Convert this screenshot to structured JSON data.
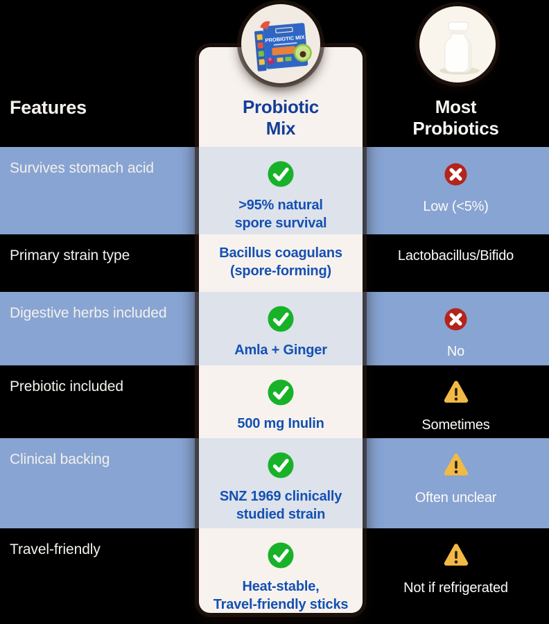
{
  "header": {
    "features_label": "Features",
    "product_title": "Probiotic\nMix",
    "competitor_title": "Most\nProbiotics",
    "product_image_text": "PROBIOTIC MIX"
  },
  "rows": [
    {
      "feature": "Survives stomach acid",
      "product": {
        "icon": "check",
        "text": ">95% natural\nspore survival"
      },
      "competitor": {
        "icon": "cross",
        "text": "Low (<5%)"
      }
    },
    {
      "feature": "Primary strain type",
      "product": {
        "text": "Bacillus coagulans\n(spore-forming)"
      },
      "competitor": {
        "text": "Lactobacillus/Bifido"
      }
    },
    {
      "feature": "Digestive herbs included",
      "product": {
        "icon": "check",
        "text": "Amla + Ginger"
      },
      "competitor": {
        "icon": "cross",
        "text": "No"
      }
    },
    {
      "feature": "Prebiotic included",
      "product": {
        "icon": "check",
        "text": "500 mg Inulin"
      },
      "competitor": {
        "icon": "warning",
        "text": "Sometimes"
      }
    },
    {
      "feature": "Clinical backing",
      "product": {
        "icon": "check",
        "text": "SNZ 1969 clinically\nstudied strain"
      },
      "competitor": {
        "icon": "warning",
        "text": "Often unclear"
      }
    },
    {
      "feature": "Travel-friendly",
      "product": {
        "icon": "check",
        "text": "Heat-stable,\nTravel-friendly sticks"
      },
      "competitor": {
        "icon": "warning",
        "text": "Not if refrigerated"
      }
    }
  ],
  "colors": {
    "background": "#000000",
    "row_band_blue": "#87a4d3",
    "card_cream": "#f8f2ee",
    "card_tint": "#dde2eb",
    "title_blue": "#133e99",
    "value_blue": "#1450b3",
    "check_green": "#17b228",
    "cross_red": "#b3241c",
    "warning_gold": "#f2ba45"
  },
  "icons": {
    "check": "check-icon",
    "cross": "cross-icon",
    "warning": "warning-icon",
    "product_photo": "product-box-photo",
    "competitor_photo": "pill-bottle-photo"
  },
  "chart_data": {
    "type": "table",
    "columns": [
      "Features",
      "Probiotic Mix",
      "Most Probiotics"
    ],
    "rows": [
      {
        "feature": "Survives stomach acid",
        "probiotic_mix": ">95% natural spore survival",
        "probiotic_mix_verdict": "yes",
        "most_probiotics": "Low (<5%)",
        "most_probiotics_verdict": "no"
      },
      {
        "feature": "Primary strain type",
        "probiotic_mix": "Bacillus coagulans (spore-forming)",
        "probiotic_mix_verdict": "neutral",
        "most_probiotics": "Lactobacillus/Bifido",
        "most_probiotics_verdict": "neutral"
      },
      {
        "feature": "Digestive herbs included",
        "probiotic_mix": "Amla + Ginger",
        "probiotic_mix_verdict": "yes",
        "most_probiotics": "No",
        "most_probiotics_verdict": "no"
      },
      {
        "feature": "Prebiotic included",
        "probiotic_mix": "500 mg Inulin",
        "probiotic_mix_verdict": "yes",
        "most_probiotics": "Sometimes",
        "most_probiotics_verdict": "caution"
      },
      {
        "feature": "Clinical backing",
        "probiotic_mix": "SNZ 1969 clinically studied strain",
        "probiotic_mix_verdict": "yes",
        "most_probiotics": "Often unclear",
        "most_probiotics_verdict": "caution"
      },
      {
        "feature": "Travel-friendly",
        "probiotic_mix": "Heat-stable, Travel-friendly sticks",
        "probiotic_mix_verdict": "yes",
        "most_probiotics": "Not if refrigerated",
        "most_probiotics_verdict": "caution"
      }
    ]
  }
}
